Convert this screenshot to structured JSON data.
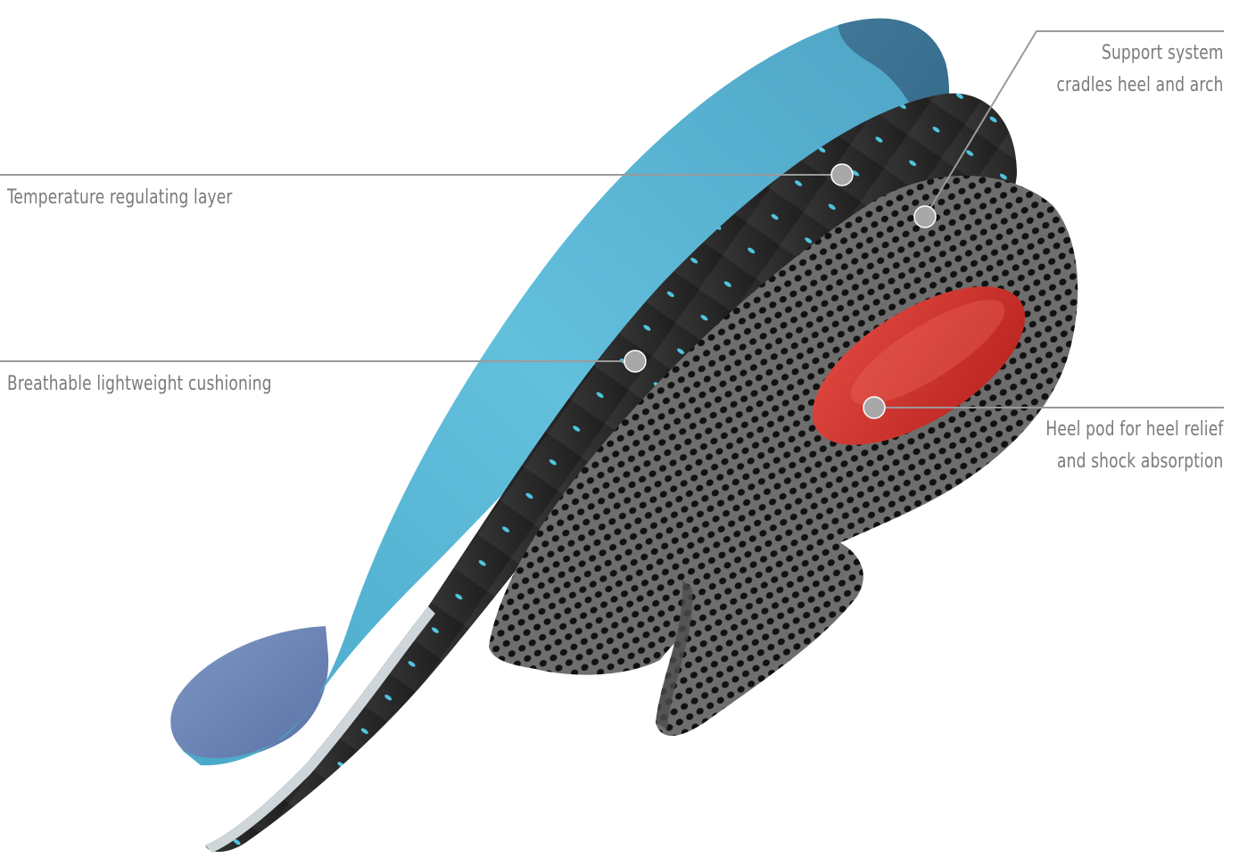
{
  "callouts": {
    "support": {
      "line1": "Support system",
      "line2": "cradles heel and arch"
    },
    "temperature": {
      "text": "Temperature regulating layer"
    },
    "breathable": {
      "text": "Breathable lightweight cushioning"
    },
    "heel_pod": {
      "line1": "Heel pod for heel relief",
      "line2": "and shock absorption"
    }
  },
  "colors": {
    "label_text": "#7a7a7a",
    "leader_line": "#9a9a9a",
    "marker_dot": "#a8a8a8",
    "top_layer_blue": "#5bb7d6",
    "underside_blue": "#6a86b8",
    "middle_layer": "#2b2b2b",
    "perforation_dots": "#4ec7e2",
    "mesh_layer": "#5f5f5f",
    "heel_pod_red": "#d3322c"
  }
}
